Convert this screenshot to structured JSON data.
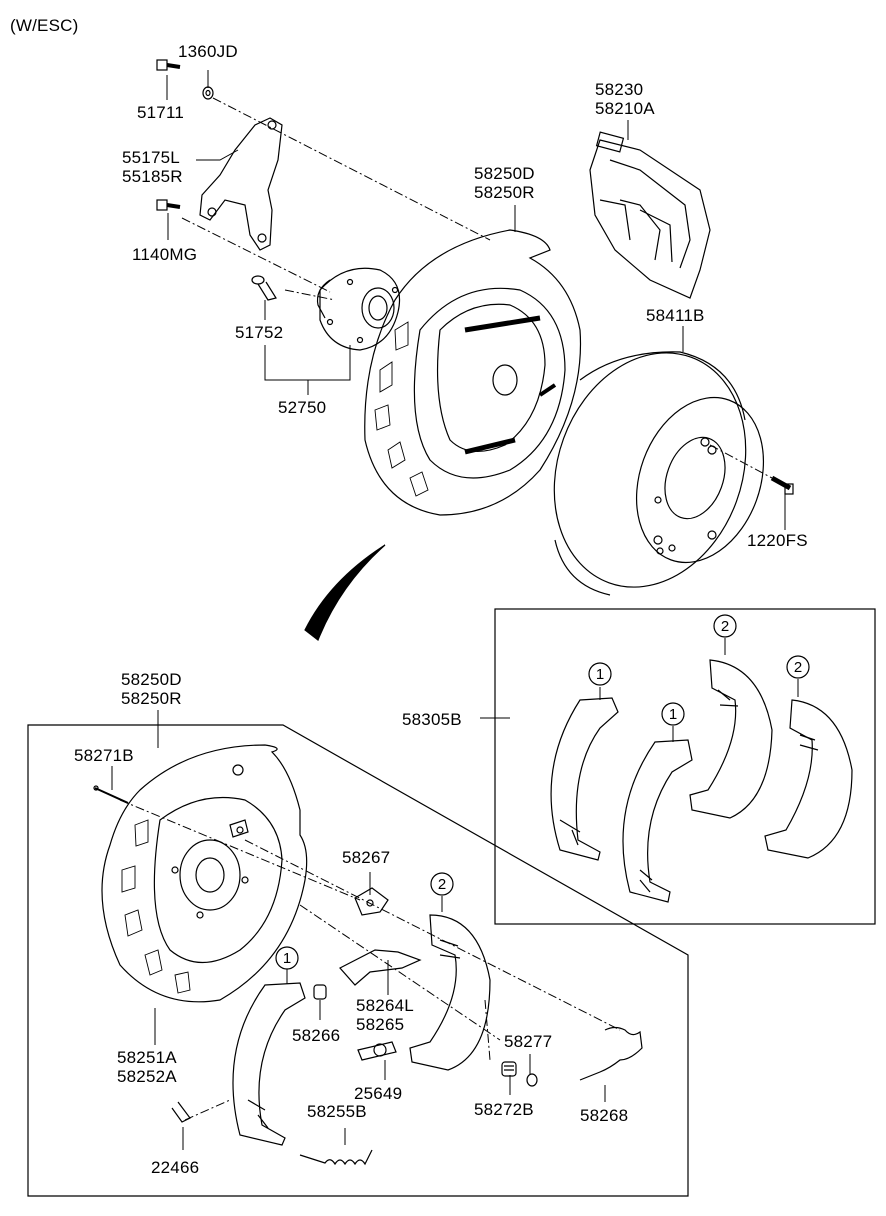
{
  "header": {
    "variant": "(W/ESC)"
  },
  "parts": {
    "p1360jd": "1360JD",
    "p51711": "51711",
    "p55175l": "55175L",
    "p55185r": "55185R",
    "p1140mg": "1140MG",
    "p51752": "51752",
    "p52750": "52750",
    "p58230": "58230",
    "p58210a": "58210A",
    "p58250d_top": "58250D",
    "p58250r_top": "58250R",
    "p58411b": "58411B",
    "p1220fs": "1220FS",
    "p58305b": "58305B",
    "p58250d_bot": "58250D",
    "p58250r_bot": "58250R",
    "p58271b": "58271B",
    "p58267": "58267",
    "p58264l": "58264L",
    "p58265": "58265",
    "p58266": "58266",
    "p58277": "58277",
    "p58251a": "58251A",
    "p58252a": "58252A",
    "p25649": "25649",
    "p58272b": "58272B",
    "p58268": "58268",
    "p58255b": "58255B",
    "p22466": "22466"
  },
  "callouts": {
    "c1_a": "1",
    "c1_b": "1",
    "c2_a": "2",
    "c2_b": "2",
    "c1_c": "1",
    "c2_c": "2"
  },
  "colors": {
    "ink": "#000000",
    "paper": "#ffffff"
  }
}
